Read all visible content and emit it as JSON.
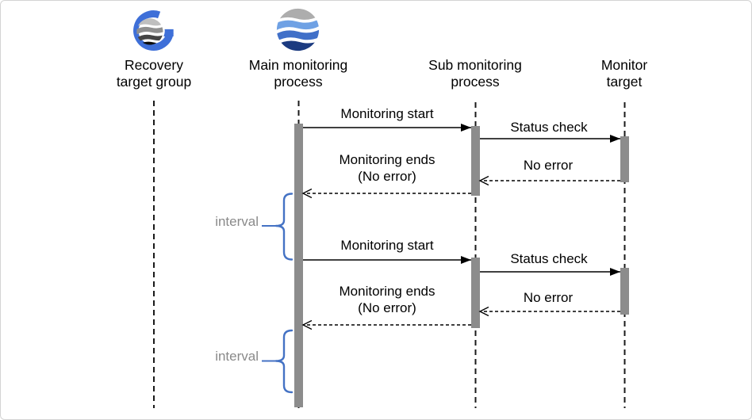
{
  "diagram_type": "sequence-diagram",
  "lifelines": [
    {
      "label": "Recovery\ntarget group",
      "icon": "globe-g-icon"
    },
    {
      "label": "Main monitoring\nprocess",
      "icon": "wave-sphere-icon"
    },
    {
      "label": "Sub monitoring\nprocess",
      "icon": ""
    },
    {
      "label": "Monitor\ntarget",
      "icon": ""
    }
  ],
  "messages": [
    {
      "label": "Monitoring start",
      "style": "solid"
    },
    {
      "label": "Status check",
      "style": "solid"
    },
    {
      "label": "Monitoring ends\n(No error)",
      "style": "dashed"
    },
    {
      "label": "No error",
      "style": "dashed"
    },
    {
      "label": "Monitoring start",
      "style": "solid"
    },
    {
      "label": "Status check",
      "style": "solid"
    },
    {
      "label": "Monitoring ends\n(No error)",
      "style": "dashed"
    },
    {
      "label": "No error",
      "style": "dashed"
    }
  ],
  "intervals": [
    {
      "label": "interval"
    },
    {
      "label": "interval"
    }
  ],
  "colors": {
    "brace_blue": "#4472c4",
    "interval_text_gray": "#8a8a8a",
    "activation_bar_gray": "#8c8c8c",
    "arrow_black": "#000000",
    "logo_blue": "#3e6fd8",
    "canvas_border": "#d4d4d4"
  }
}
